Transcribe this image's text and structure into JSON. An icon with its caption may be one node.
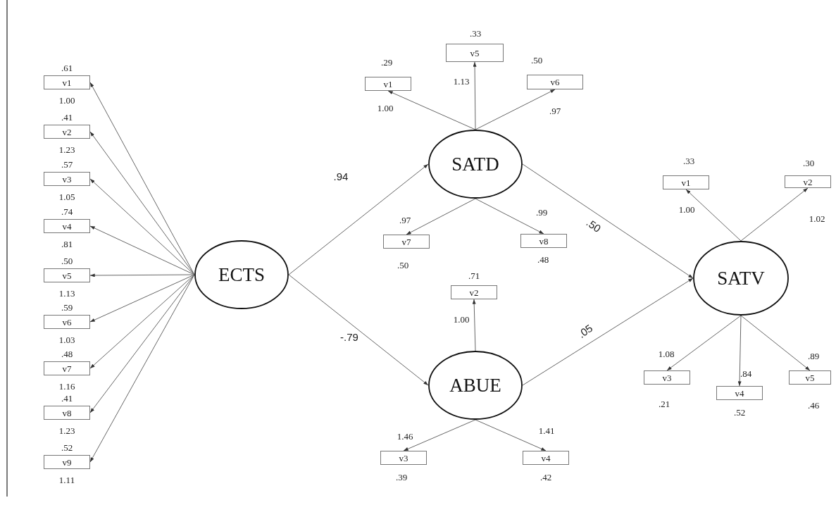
{
  "diagram": {
    "nodes": [
      {
        "text": [
          "v1"
        ],
        "beside": [
          ".61",
          "1.00"
        ]
      },
      {
        "text": [
          "v2"
        ],
        "beside": [
          ".41",
          "1.23"
        ]
      },
      {
        "text": [
          "v3"
        ],
        "beside": [
          ".57",
          "1.05"
        ]
      },
      {
        "text": [
          "v4"
        ],
        "beside": [
          ".74",
          ".81"
        ]
      },
      {
        "text": [
          "v5"
        ],
        "beside": [
          ".50",
          "1.13"
        ]
      },
      {
        "text": [
          "v6"
        ],
        "beside": [
          ".59",
          "1.03"
        ]
      },
      {
        "text": [
          "v7"
        ],
        "beside": [
          ".48",
          "1.16"
        ]
      },
      {
        "text": [
          "v8"
        ],
        "beside": [
          ".41",
          "1.23"
        ]
      },
      {
        "text": [
          "v9"
        ],
        "beside": [
          ".52",
          "1.11"
        ]
      },
      {
        "text": [
          "ECTS"
        ]
      },
      {
        "text": [
          "v1"
        ],
        "beside": [
          ".29",
          "1.00"
        ]
      },
      {
        "text": [
          "v5"
        ],
        "beside": [
          ".33",
          "1.13"
        ]
      },
      {
        "text": [
          "v6"
        ],
        "beside": [
          ".50",
          ".97"
        ]
      },
      {
        "text": [
          "SATD"
        ]
      },
      {
        "text": [
          "v7"
        ],
        "beside": [
          ".97",
          ".50"
        ]
      },
      {
        "text": [
          "v8"
        ],
        "beside": [
          ".99",
          ".48"
        ]
      },
      {
        "text": [
          "v2"
        ],
        "beside": [
          ".71",
          "1.00"
        ]
      },
      {
        "text": [
          "ABUE"
        ]
      },
      {
        "text": [
          "v3"
        ],
        "beside": [
          "1.46",
          ".39"
        ]
      },
      {
        "text": [
          "v4"
        ],
        "beside": [
          "1.41",
          ".42"
        ]
      },
      {
        "text": [
          "v1"
        ],
        "beside": [
          ".33",
          "1.00"
        ]
      },
      {
        "text": [
          "v2"
        ],
        "beside": [
          ".30",
          "1.02"
        ]
      },
      {
        "text": [
          "SATV"
        ]
      },
      {
        "text": [
          "v3"
        ],
        "beside": [
          "1.08",
          ".21"
        ]
      },
      {
        "text": [
          "v4"
        ],
        "beside": [
          ".84",
          ".52"
        ]
      },
      {
        "text": [
          "v5"
        ],
        "beside": [
          ".89",
          ".46"
        ]
      }
    ],
    "edges": [
      {
        "from": 9,
        "to": 0,
        "arrow": "to"
      },
      {
        "from": 9,
        "to": 1,
        "arrow": "to"
      },
      {
        "from": 9,
        "to": 2,
        "arrow": "to"
      },
      {
        "from": 9,
        "to": 3,
        "arrow": "to"
      },
      {
        "from": 9,
        "to": 4,
        "arrow": "to"
      },
      {
        "from": 9,
        "to": 5,
        "arrow": "to"
      },
      {
        "from": 9,
        "to": 6,
        "arrow": "to"
      },
      {
        "from": 9,
        "to": 7,
        "arrow": "to"
      },
      {
        "from": 9,
        "to": 8,
        "arrow": "to"
      },
      {
        "from": 9,
        "to": 13,
        "arrow": "to",
        "label": ".94"
      },
      {
        "from": 9,
        "to": 17,
        "arrow": "to",
        "label": "-.79"
      },
      {
        "from": 13,
        "to": 10,
        "arrow": "to"
      },
      {
        "from": 13,
        "to": 11,
        "arrow": "to"
      },
      {
        "from": 13,
        "to": 12,
        "arrow": "to"
      },
      {
        "from": 13,
        "to": 14,
        "arrow": "to"
      },
      {
        "from": 13,
        "to": 15,
        "arrow": "to"
      },
      {
        "from": 17,
        "to": 16,
        "arrow": "to"
      },
      {
        "from": 17,
        "to": 18,
        "arrow": "to"
      },
      {
        "from": 17,
        "to": 19,
        "arrow": "to"
      },
      {
        "from": 13,
        "to": 22,
        "arrow": "to",
        "label": ".50"
      },
      {
        "from": 17,
        "to": 22,
        "arrow": "to",
        "label": ".05"
      },
      {
        "from": 22,
        "to": 20,
        "arrow": "to"
      },
      {
        "from": 22,
        "to": 21,
        "arrow": "to"
      },
      {
        "from": 22,
        "to": 23,
        "arrow": "to"
      },
      {
        "from": 22,
        "to": 24,
        "arrow": "to"
      },
      {
        "from": 22,
        "to": 25,
        "arrow": "to"
      }
    ]
  }
}
